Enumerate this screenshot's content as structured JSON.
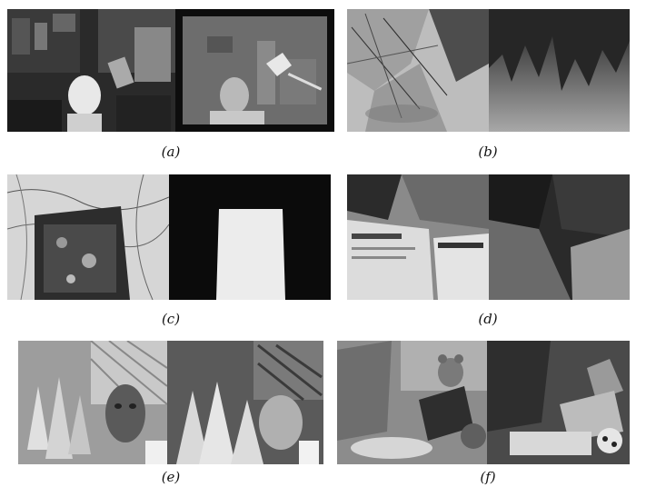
{
  "figure": {
    "panels": [
      {
        "id": "a",
        "caption": "(a)",
        "left_content": "photo-stereo-scene-head-lamp",
        "right_content": "depth-map-head-lamp"
      },
      {
        "id": "b",
        "caption": "(b)",
        "left_content": "photo-textured-planes",
        "right_content": "depth-map-jagged-planes"
      },
      {
        "id": "c",
        "caption": "(c)",
        "left_content": "photo-marble-texture-panel",
        "right_content": "depth-map-bright-panel"
      },
      {
        "id": "d",
        "caption": "(d)",
        "left_content": "photo-newspaper-planes",
        "right_content": "depth-map-slanted-planes"
      },
      {
        "id": "e",
        "caption": "(e)",
        "left_content": "photo-cones-mask-lattice",
        "right_content": "depth-map-cones"
      },
      {
        "id": "f",
        "caption": "(f)",
        "left_content": "photo-teddy-bear-scene",
        "right_content": "depth-map-teddy"
      }
    ],
    "colors": {
      "background": "#ffffff",
      "caption": "#111111"
    }
  }
}
